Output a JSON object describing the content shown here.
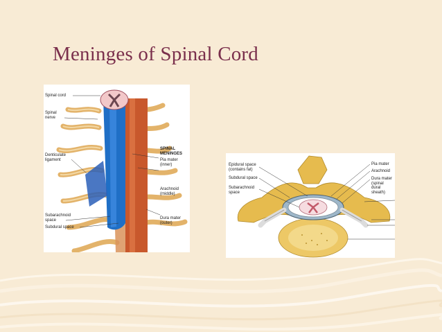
{
  "slide": {
    "title": "Meninges of Spinal Cord"
  },
  "figure_left": {
    "labels": {
      "spinal_cord": "Spinal cord",
      "spinal_nerve": "Spinal\nnerve",
      "denticulate_ligament": "Denticulate\nligament",
      "subarachnoid_space": "Subarachnoid\nspace",
      "subdural_space": "Subdural space",
      "spinal_meninges": "SPINAL\nMENINGES",
      "pia_mater": "Pia mater\n(inner)",
      "arachnoid": "Arachnoid\n(middle)",
      "dura_mater": "Dura mater\n(outer)"
    }
  },
  "figure_right": {
    "labels": {
      "epidural_space": "Epidural space\n(contains fat)",
      "subdural_space": "Subdural space",
      "subarachnoid_space": "Subarachnoid\nspace",
      "pia_mater": "Pia mater",
      "arachnoid": "Arachnoid",
      "dura_mater": "Dura mater\n(spinal\ndural sheath)"
    }
  },
  "colors": {
    "background": "#f8ebd5",
    "title": "#7a2f4c",
    "nerve": "#e3b36a",
    "cord": "#1f6fc6",
    "dura": "#c8582c",
    "bone": "#e6bb4e"
  }
}
